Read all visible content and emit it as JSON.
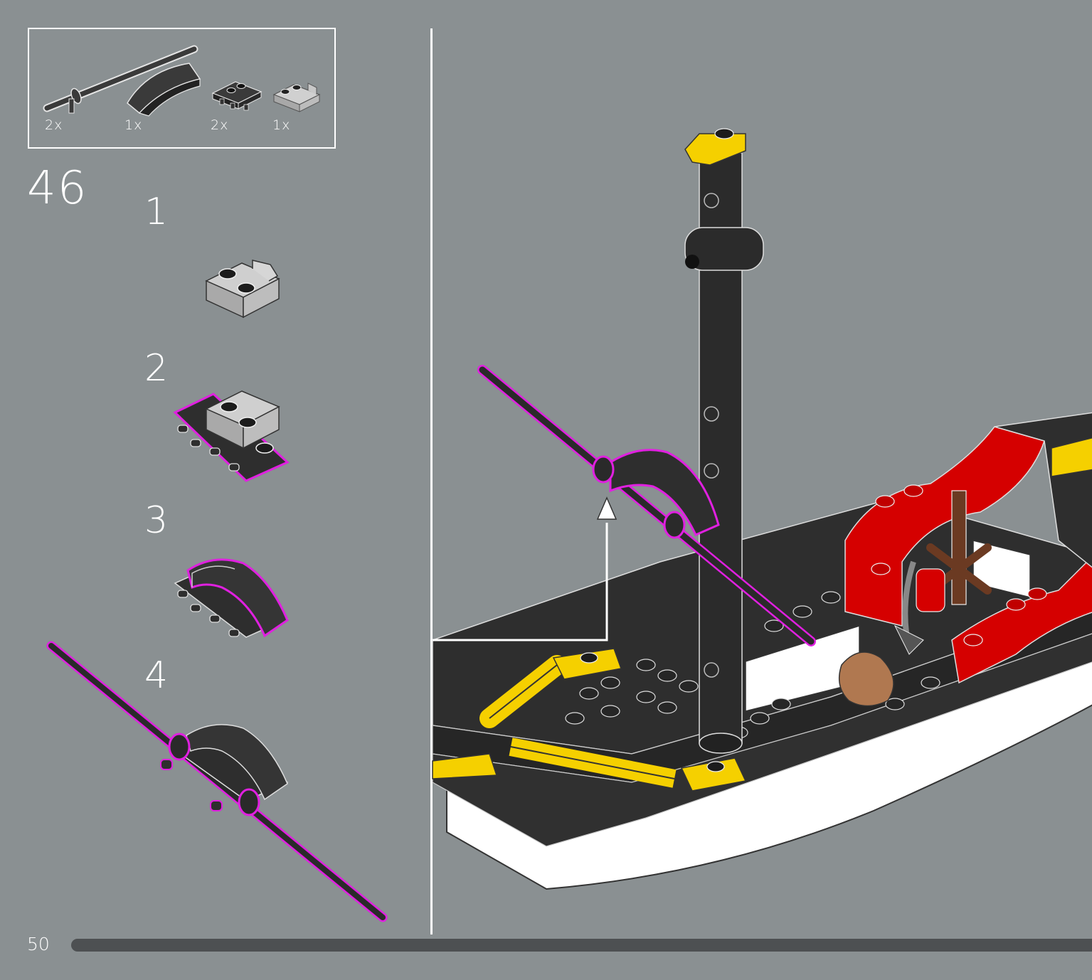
{
  "parts_list": [
    {
      "part": "bar-with-stopper",
      "color": "#3a3a3a",
      "quantity": "2x"
    },
    {
      "part": "curved-slope",
      "color": "#3a3a3a",
      "quantity": "1x"
    },
    {
      "part": "plate-with-clips",
      "color": "#3a3a3a",
      "quantity": "2x"
    },
    {
      "part": "plate-with-clip",
      "color": "#bdbdbd",
      "quantity": "1x"
    }
  ],
  "step": {
    "number": "46"
  },
  "substeps": [
    {
      "label": "1"
    },
    {
      "label": "2"
    },
    {
      "label": "3"
    },
    {
      "label": "4"
    }
  ],
  "page": {
    "number": "50"
  },
  "colors": {
    "background": "#8a9092",
    "highlight_outline": "#e020e0",
    "brick_black": "#2e2e2e",
    "brick_light_grey": "#bdbdbd",
    "brick_red": "#d50000",
    "brick_yellow": "#f5d000",
    "brick_white": "#ffffff",
    "brick_brown": "#6b3a22",
    "progress_bar": "#4d5052"
  }
}
